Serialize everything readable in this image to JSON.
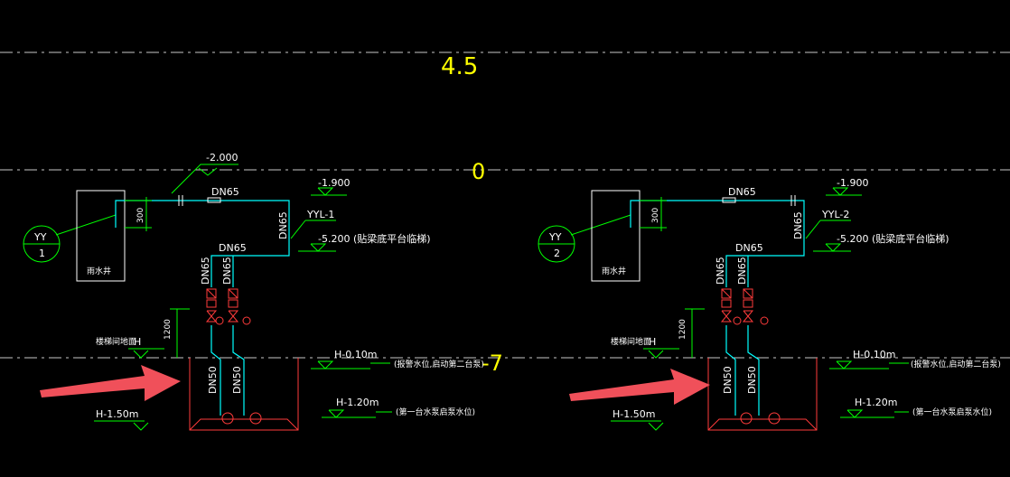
{
  "elevations": {
    "level_top": "4.5",
    "level_zero": "0",
    "level_bottom": "-7"
  },
  "systems": [
    {
      "id": "left",
      "tag_label": "YY",
      "tag_number": "1",
      "well_label": "雨水井",
      "pipe_main": "DN65",
      "pipe_riser": "DN65",
      "pipe_mid": "DN65",
      "pipe_branch_a": "DN65",
      "pipe_branch_b": "DN65",
      "pipe_pump_a": "DN50",
      "pipe_pump_b": "DN50",
      "elev_a": "-2.000",
      "elev_b": "-1.900",
      "riser_label": "YYL-1",
      "elev_c": "-5.200 (贴梁底平台临梯)",
      "dim_300": "300",
      "dim_1200": "1200",
      "floor_label": "楼梯间地面",
      "floor_h": "H",
      "h_010": "H-0.10m",
      "h_010_note": "(报警水位,启动第二台泵)",
      "h_120": "H-1.20m",
      "h_120_note": "(第一台水泵启泵水位)",
      "h_150": "H-1.50m"
    },
    {
      "id": "right",
      "tag_label": "YY",
      "tag_number": "2",
      "well_label": "雨水井",
      "pipe_main": "DN65",
      "pipe_riser": "DN65",
      "pipe_mid": "DN65",
      "pipe_branch_a": "DN65",
      "pipe_branch_b": "DN65",
      "pipe_pump_a": "DN50",
      "pipe_pump_b": "DN50",
      "elev_b": "-1.900",
      "riser_label": "YYL-2",
      "elev_c": "-5.200 (贴梁底平台临梯)",
      "dim_300": "300",
      "dim_1200": "1200",
      "floor_label": "楼梯间地面",
      "floor_h": "H",
      "h_010": "H-0.10m",
      "h_010_note": "(报警水位,启动第二台泵)",
      "h_120": "H-1.20m",
      "h_120_note": "(第一台水泵启泵水位)",
      "h_150": "H-1.50m"
    }
  ],
  "colors": {
    "background": "#000000",
    "pipe": "#00ffff",
    "leader": "#00ff00",
    "valve": "#ff3b3b",
    "text": "#ffffff",
    "level_text": "#ffff00",
    "arrow": "#f0505a",
    "dashline": "#c8c8c8"
  }
}
